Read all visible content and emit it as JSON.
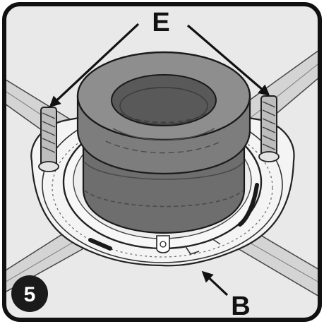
{
  "diagram": {
    "step_number": "5",
    "callouts": [
      {
        "id": "E",
        "label": "E",
        "target": "flange-bolts"
      },
      {
        "id": "B",
        "label": "B",
        "target": "flange-ring"
      }
    ],
    "colors": {
      "frame": "#111111",
      "background": "#e9e9e9",
      "wax_ring": "#7d7d7d",
      "wax_ring_top": "#8e8e8e",
      "ring_inner": "#595959",
      "flange": "#f4f4f4",
      "joist": "#d4d4d4",
      "step_badge": "#1a1a1a"
    }
  }
}
